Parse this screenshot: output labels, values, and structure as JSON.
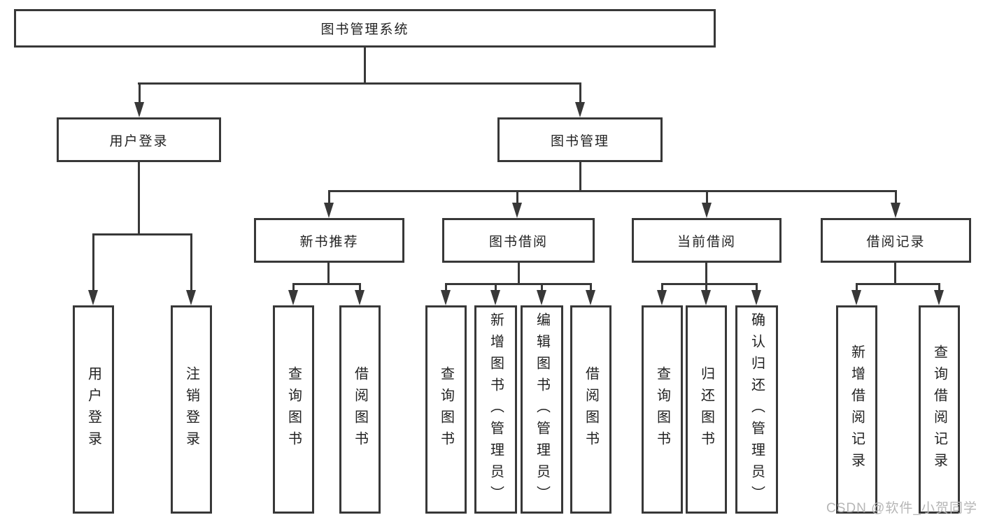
{
  "tree": {
    "root": "图书管理系统",
    "children": [
      {
        "label": "用户登录",
        "children": [
          {
            "label": "用户登录"
          },
          {
            "label": "注销登录"
          }
        ]
      },
      {
        "label": "图书管理",
        "children": [
          {
            "label": "新书推荐",
            "children": [
              {
                "label": "查询图书"
              },
              {
                "label": "借阅图书"
              }
            ]
          },
          {
            "label": "图书借阅",
            "children": [
              {
                "label": "查询图书"
              },
              {
                "label": "新增图书（管理员）"
              },
              {
                "label": "编辑图书（管理员）"
              },
              {
                "label": "借阅图书"
              }
            ]
          },
          {
            "label": "当前借阅",
            "children": [
              {
                "label": "查询图书"
              },
              {
                "label": "归还图书"
              },
              {
                "label": "确认归还（管理员）"
              }
            ]
          },
          {
            "label": "借阅记录",
            "children": [
              {
                "label": "新增借阅记录"
              },
              {
                "label": "查询借阅记录"
              }
            ]
          }
        ]
      }
    ]
  },
  "watermark": "CSDN @软件_小贺同学",
  "colors": {
    "line": "#383838",
    "text": "#222222",
    "watermark": "#b6b6b6",
    "background": "#ffffff"
  }
}
